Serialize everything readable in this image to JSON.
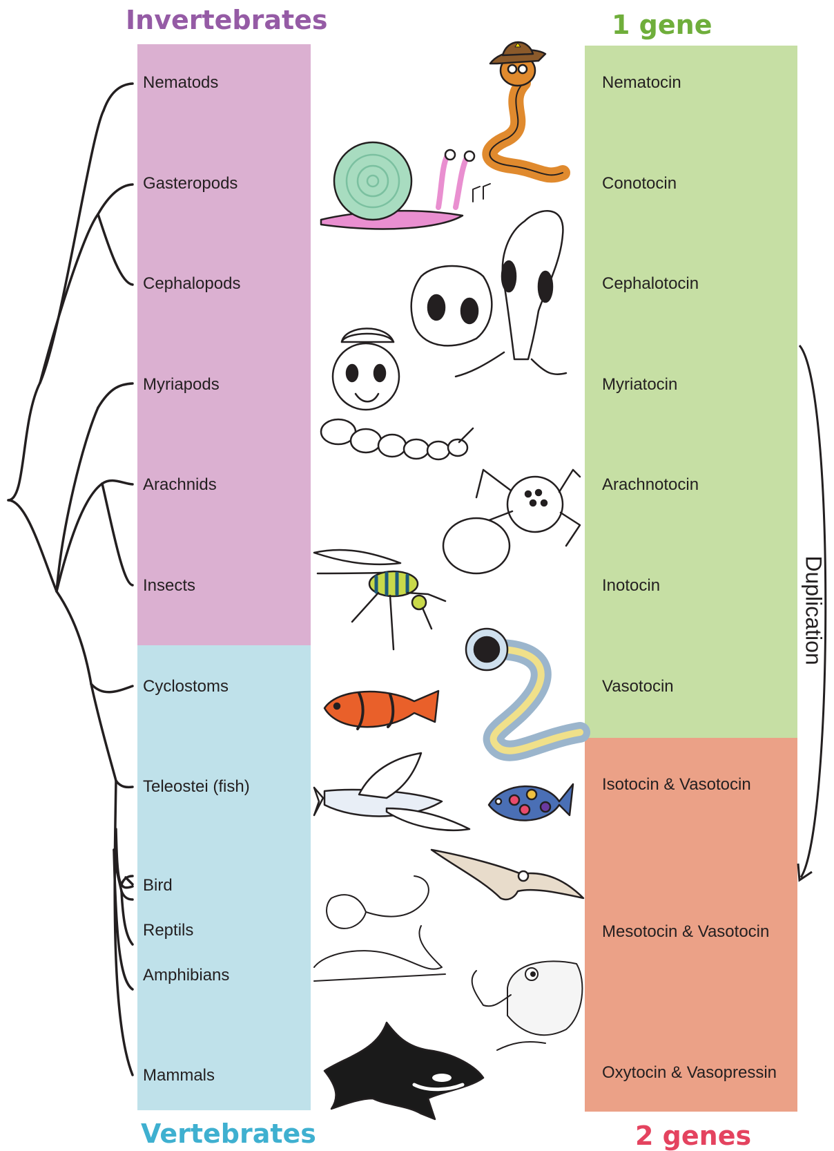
{
  "headings": {
    "invertebrates": "Invertebrates",
    "vertebrates": "Vertebrates",
    "one_gene": "1 gene",
    "two_genes": "2 genes"
  },
  "groups": {
    "invertebrates": [
      "Nematods",
      "Gasteropods",
      "Cephalopods",
      "Myriapods",
      "Arachnids",
      "Insects"
    ],
    "vertebrates": [
      "Cyclostoms",
      "Teleostei (fish)",
      "Bird",
      "Reptils",
      "Amphibians",
      "Mammals"
    ]
  },
  "genes": {
    "one_gene": [
      "Nematocin",
      "Conotocin",
      "Cephalotocin",
      "Myriatocin",
      "Arachnotocin",
      "Inotocin",
      "Vasotocin"
    ],
    "two_genes": [
      "Isotocin & Vasotocin",
      "Mesotocin & Vasotocin",
      "Oxytocin & Vasopressin"
    ]
  },
  "duplication_label": "Duplication",
  "illustrations": [
    "worm-with-hat",
    "snail",
    "cuttlefish-and-squid",
    "myriapod",
    "spider",
    "mosquito",
    "lamprey",
    "clownfish",
    "flying-fish",
    "colorful-fish",
    "eagle",
    "iguana",
    "toad",
    "orca"
  ],
  "colors": {
    "invertebrates": "#955ba5",
    "vertebrates": "#3fb0d0",
    "one_gene": "#6fae3b",
    "two_genes": "#e4435f",
    "invertebrate_block": "#dbb0d1",
    "vertebrate_block": "#bfe1ea",
    "one_gene_block": "#c6dfa4",
    "two_gene_block": "#eba187",
    "line": "#231f20"
  }
}
